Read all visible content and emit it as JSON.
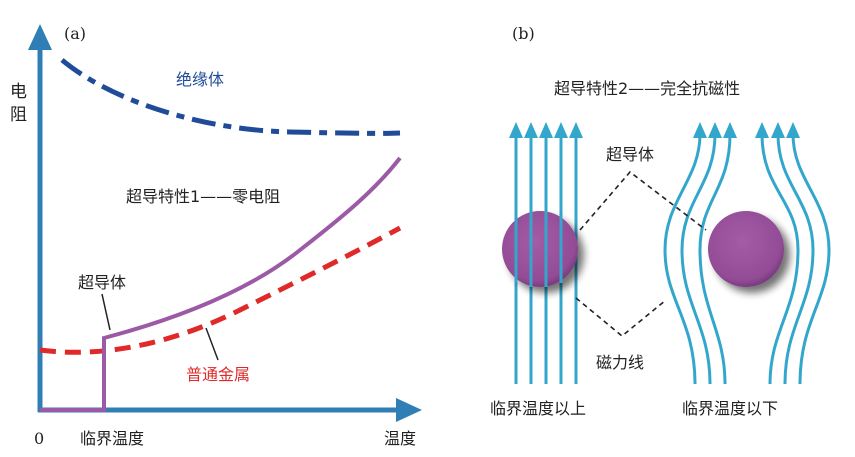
{
  "panel_a": {
    "tag": "(a)",
    "y_axis_label": "电阻",
    "x_axis_label": "温度",
    "origin_label": "0",
    "critical_temp_label": "临界温度",
    "insulator_label": "绝缘体",
    "property_1_label": "超导特性1——零电阻",
    "superconductor_label": "超导体",
    "normal_metal_label": "普通金属",
    "colors": {
      "axis": "#2f7fb6",
      "insulator": "#1f4b99",
      "superconductor": "#9b59a6",
      "normal_metal": "#e02a2a"
    }
  },
  "panel_b": {
    "tag": "(b)",
    "title": "超导特性2——完全抗磁性",
    "superconductor_label": "超导体",
    "field_lines_label": "磁力线",
    "above_tc_label": "临界温度以上",
    "below_tc_label": "临界温度以下",
    "colors": {
      "field_line": "#33a6cc",
      "sphere": "#9b4f9a",
      "leader": "#222222"
    }
  }
}
